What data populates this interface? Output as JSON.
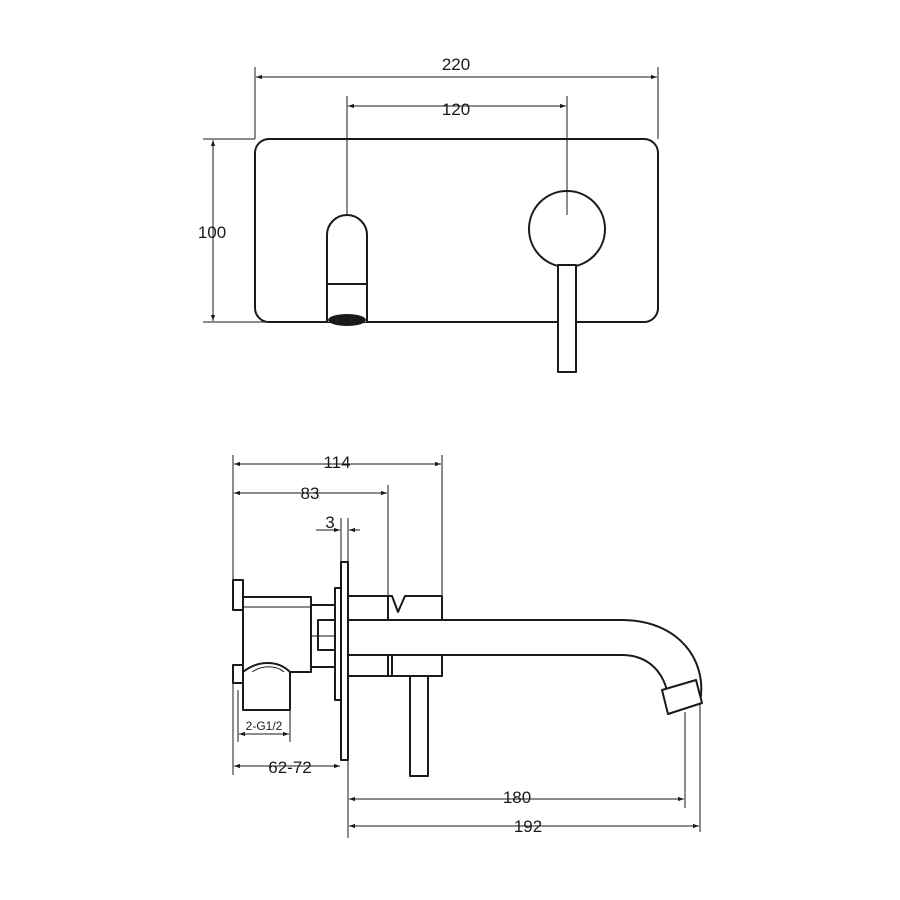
{
  "front_view": {
    "dims": {
      "overall_width": "220",
      "spout_to_handle": "120",
      "plate_height": "100"
    }
  },
  "side_view": {
    "dims": {
      "depth_total": "114",
      "depth_to_plate": "83",
      "plate_thickness": "3",
      "inlets": "2-G1/2",
      "wall_range": "62-72",
      "spout_reach": "180",
      "overall_reach": "192"
    }
  }
}
